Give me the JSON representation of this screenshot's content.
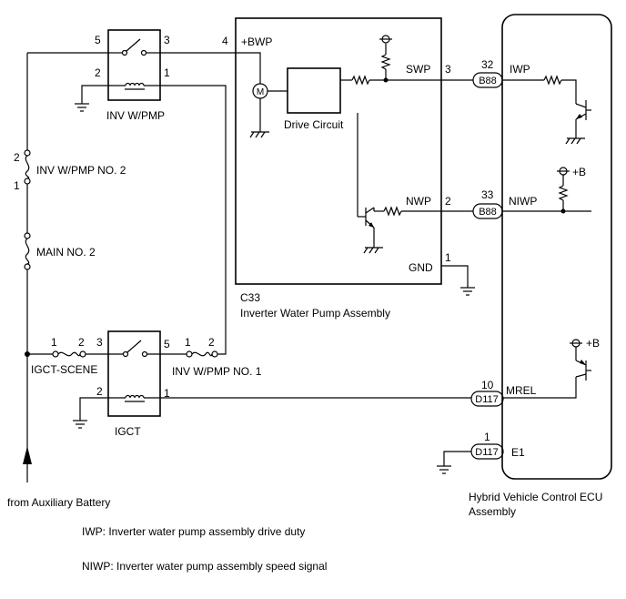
{
  "relays": {
    "inv_wpmp": {
      "name": "INV W/PMP",
      "pins": [
        "5",
        "3",
        "2",
        "1"
      ]
    },
    "igct": {
      "name": "IGCT",
      "pins": [
        "3",
        "5",
        "2",
        "1"
      ]
    }
  },
  "fuses": {
    "inv_wpmp_no2": {
      "name": "INV W/PMP NO. 2",
      "pin_top": "2",
      "pin_bottom": "1"
    },
    "main_no2": {
      "name": "MAIN NO. 2"
    },
    "igct_scene": {
      "name": "IGCT-SCENE",
      "pin_a": "1",
      "pin_b": "2"
    },
    "inv_wpmp_no1": {
      "name": "INV W/PMP NO. 1",
      "pin_a": "1",
      "pin_b": "2"
    }
  },
  "pump": {
    "code": "C33",
    "name": "Inverter Water Pump Assembly",
    "motor": "M",
    "drive_circuit": "Drive Circuit",
    "terminals": {
      "bwp": "+BWP",
      "swp": "SWP",
      "nwp": "NWP",
      "gnd": "GND"
    },
    "pins": {
      "bwp": "4",
      "swp": "3",
      "nwp": "2",
      "gnd": "1"
    }
  },
  "ecu": {
    "name_line1": "Hybrid Vehicle Control ECU",
    "name_line2": "Assembly",
    "terminals": {
      "iwp": "IWP",
      "niwp": "NIWP",
      "mrel": "MREL",
      "e1": "E1"
    },
    "supply_b1": "+B",
    "supply_b2": "+B"
  },
  "connectors": {
    "b88_a": {
      "code": "B88",
      "pin": "32"
    },
    "b88_b": {
      "code": "B88",
      "pin": "33"
    },
    "d117_a": {
      "code": "D117",
      "pin": "10"
    },
    "d117_b": {
      "code": "D117",
      "pin": "1"
    }
  },
  "source": "from Auxiliary Battery",
  "notes": [
    "IWP: Inverter water pump assembly drive duty",
    "NIWP: Inverter water pump assembly speed signal"
  ]
}
